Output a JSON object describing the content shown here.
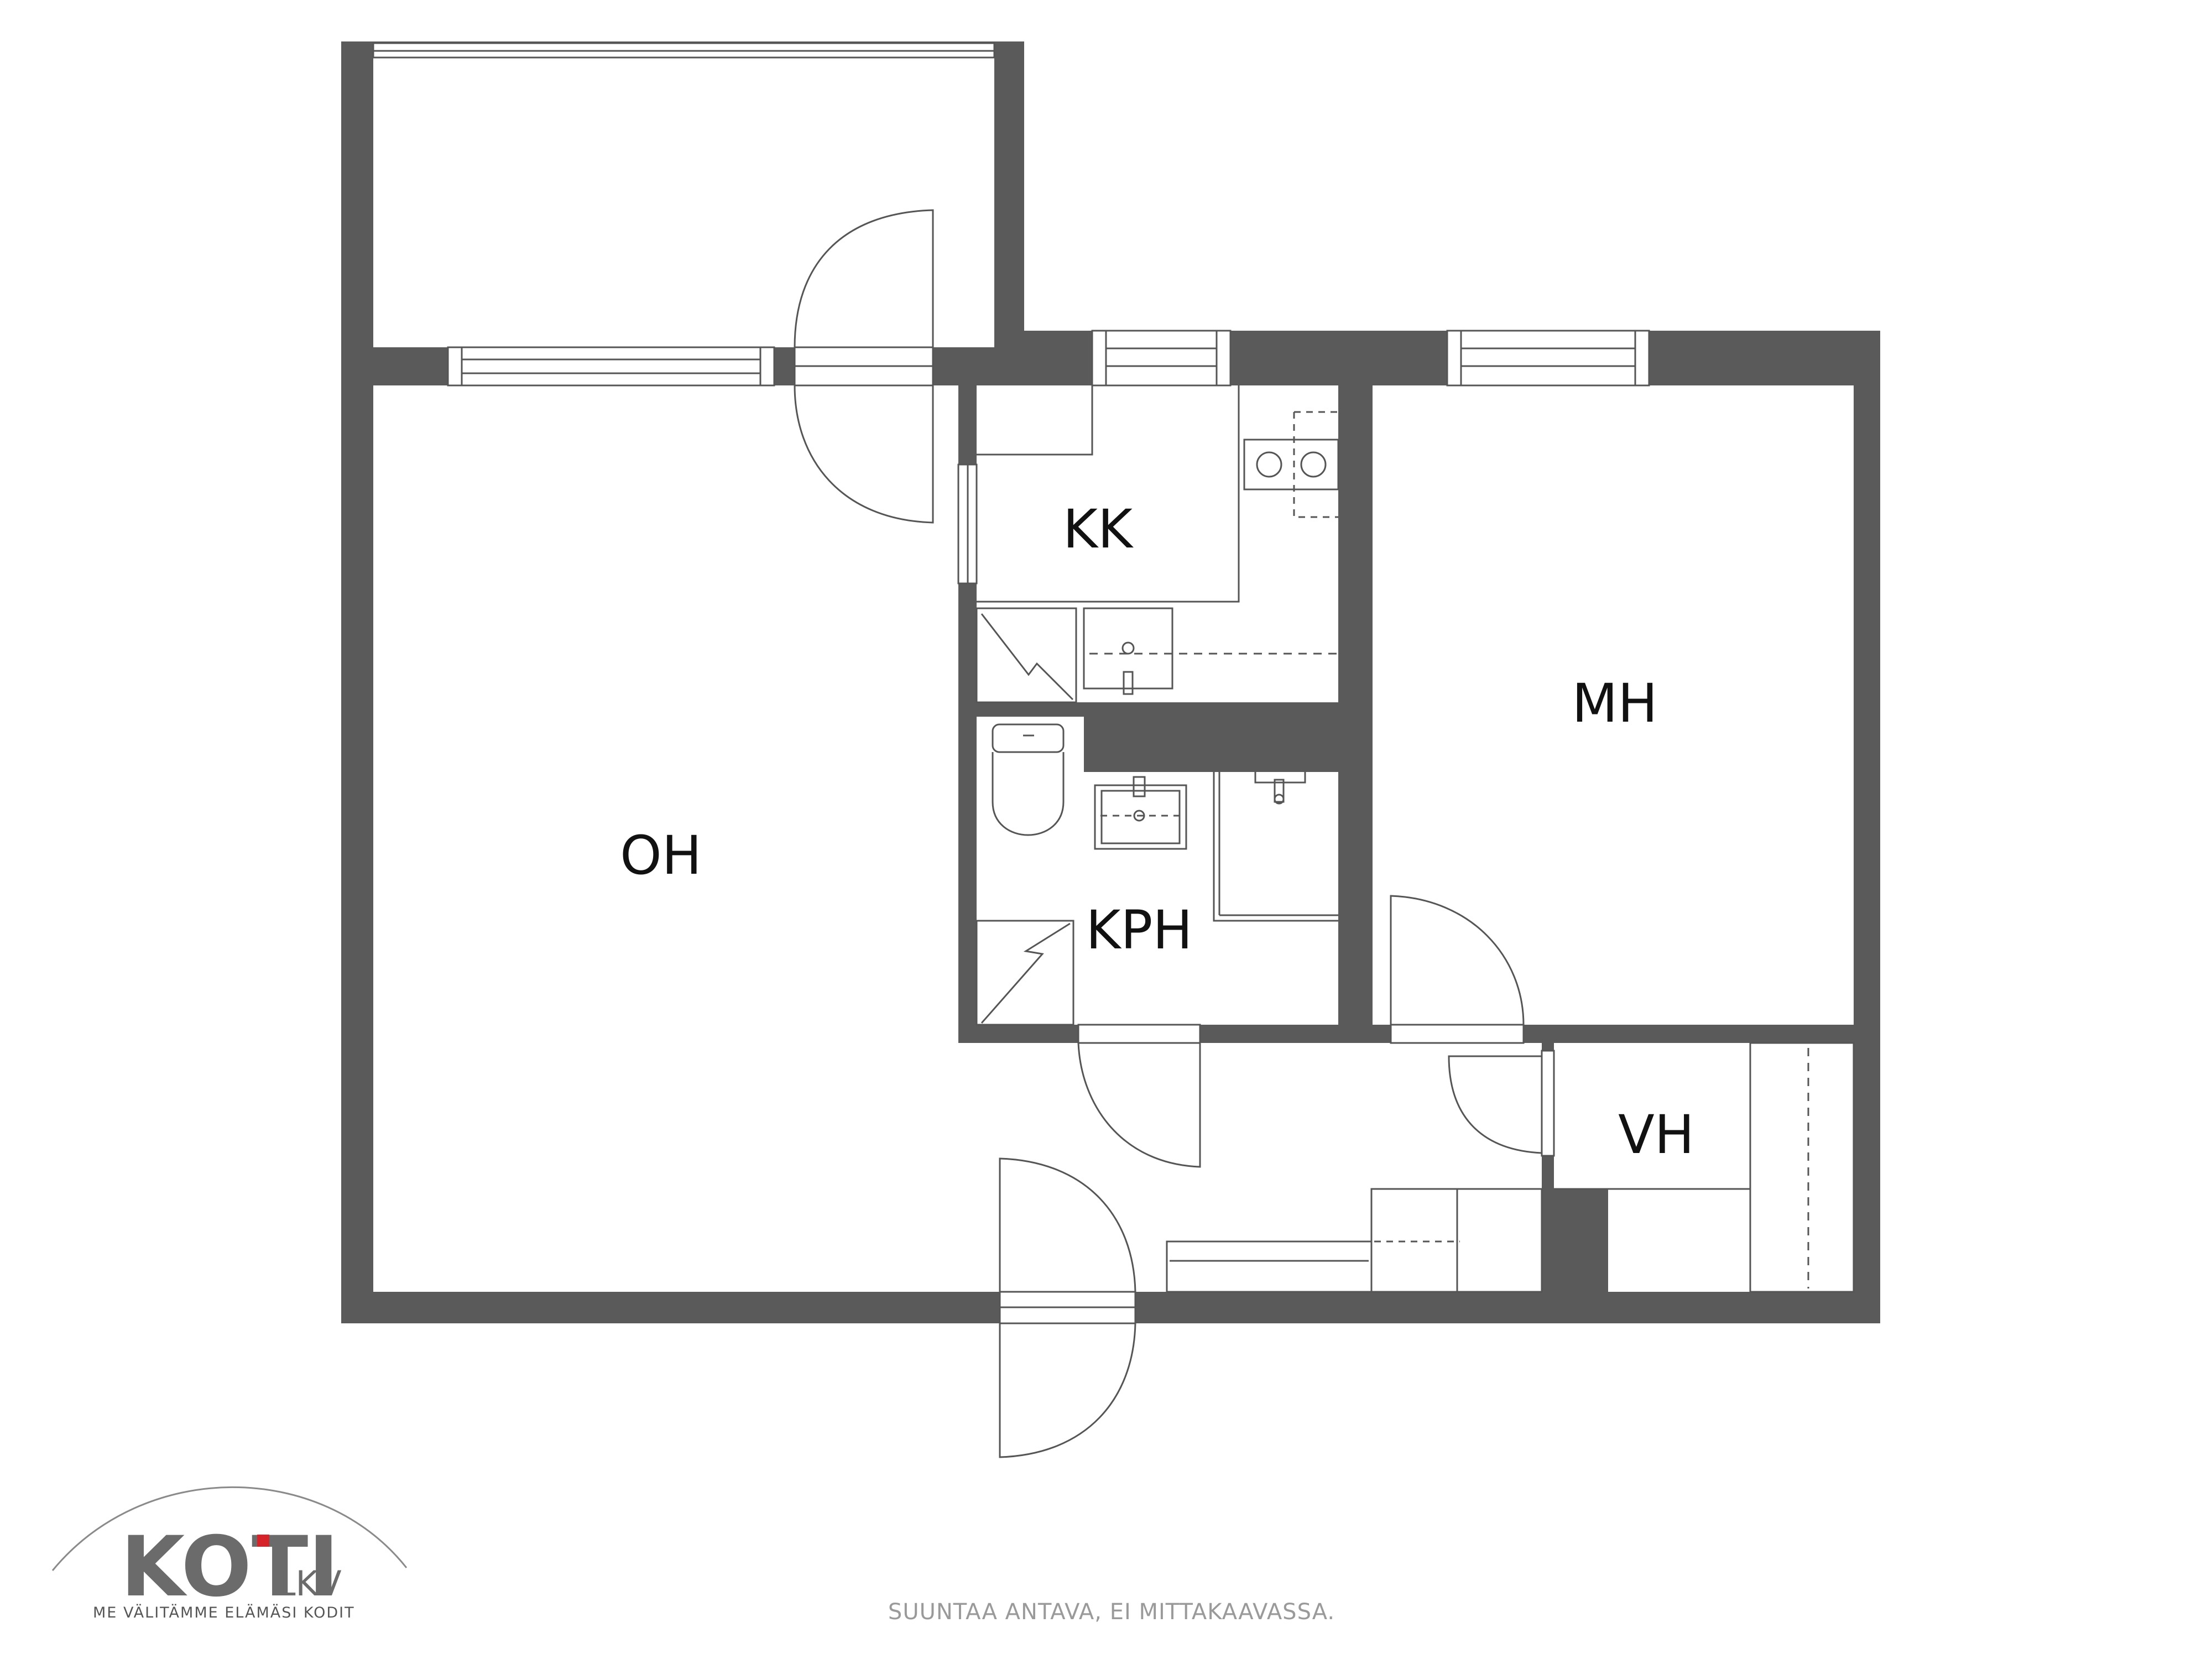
{
  "rooms": {
    "oh": "OH",
    "kk": "KK",
    "mh": "MH",
    "kph": "KPH",
    "vh": "VH"
  },
  "footer": {
    "disclaimer": "SUUNTAA ANTAVA, EI MITTAKAAVASSA."
  },
  "logo": {
    "brand": "KOTI",
    "suffix": "LKV",
    "tagline": "ME VÄLITÄMME ELÄMÄSI KODIT"
  },
  "colors": {
    "wall": "#5a5a5a",
    "line": "#555555",
    "logo_accent": "#d6232a",
    "logo_gray": "#6b6b6b",
    "note_gray": "#9a9a9a"
  }
}
